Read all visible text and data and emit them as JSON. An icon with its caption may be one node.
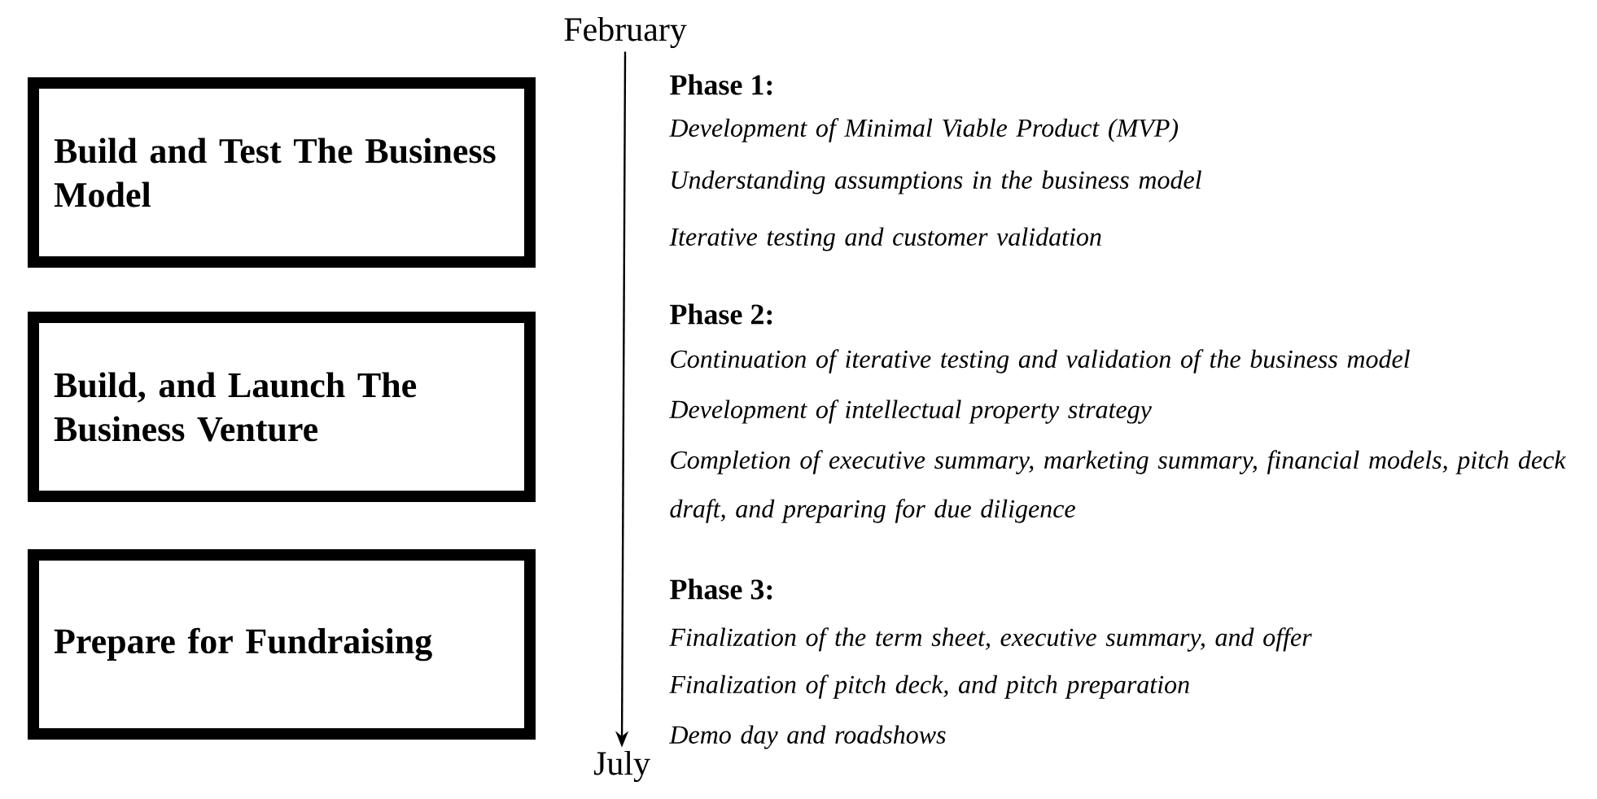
{
  "diagram": {
    "nodes": [
      {
        "text": [
          "Build and Test The Business Model"
        ]
      },
      {
        "text": [
          "Build, and Launch The Business Venture"
        ]
      },
      {
        "text": [
          "Prepare for Fundraising"
        ]
      },
      {
        "text": [
          "February"
        ]
      },
      {
        "text": [
          "July"
        ]
      }
    ],
    "edges": [
      {
        "from": 3,
        "to": 4,
        "arrow": "to"
      }
    ],
    "labels": [
      "Phase 1:",
      "Development of Minimal Viable Product (MVP)",
      "Understanding assumptions in the business model",
      "Iterative testing and customer validation",
      "Phase 2:",
      "Continuation of iterative testing and validation of the business model",
      "Development of intellectual property strategy",
      "Completion of executive summary, marketing summary, financial models, pitch deck draft, and preparing for due diligence",
      "Phase 3:",
      "Finalization of the term sheet, executive summary, and offer",
      "Finalization of pitch deck, and pitch preparation",
      "Demo day and roadshows"
    ]
  }
}
